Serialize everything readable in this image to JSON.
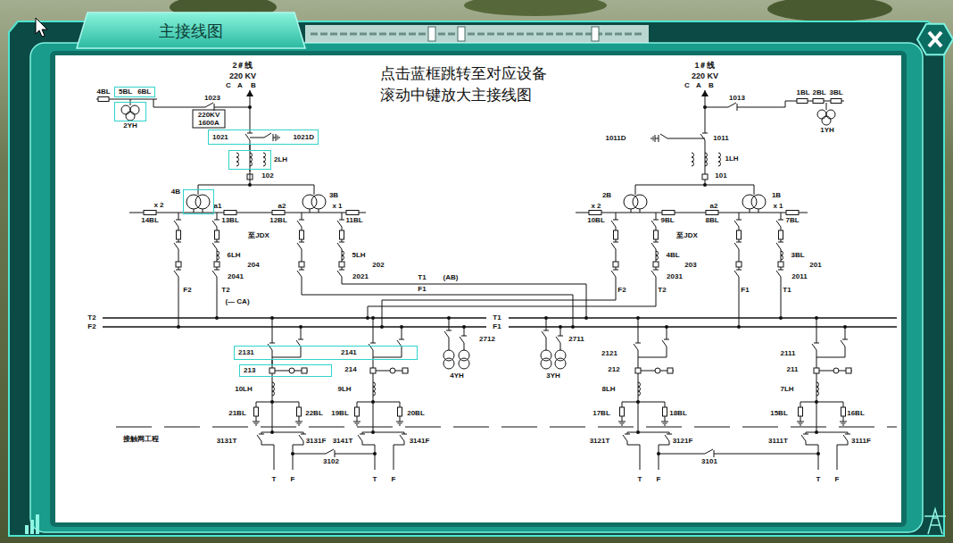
{
  "diagram": {
    "title": "主接线图",
    "nodes": [
      {
        "text": [
          "5BL",
          "6BL"
        ]
      },
      {
        "text": [
          "2YH"
        ]
      },
      {
        "text": [
          "1021",
          "1021D"
        ]
      },
      {
        "text": [
          "2LH"
        ]
      },
      {
        "text": [
          "4B"
        ]
      },
      {
        "text": [
          "2131",
          "2141"
        ]
      },
      {
        "text": [
          "213"
        ]
      }
    ],
    "edges": [
      {
        "from": 2,
        "to": 3,
        "arrow": "none"
      },
      {
        "from": 3,
        "to": 4,
        "arrow": "none"
      },
      {
        "from": 5,
        "to": 6,
        "arrow": "none"
      }
    ],
    "labels": [
      "点击蓝框跳转至对应设备",
      "滚动中键放大主接线图",
      "2＃线",
      "220 KV",
      "C",
      "A",
      "B",
      "4BL",
      "1023",
      "220KV",
      "1600A",
      "102",
      "x 2",
      "a1",
      "a2",
      "3B",
      "x 1",
      "14BL",
      "13BL",
      "12BL",
      "11BL",
      "至JDX",
      "6LH",
      "204",
      "2041",
      "5LH",
      "202",
      "2021",
      "F2",
      "T2",
      "(— CA)",
      "T1",
      "(AB)",
      "F1",
      "T2",
      "F2",
      "1＃线",
      "220 KV",
      "C",
      "A",
      "B",
      "1013",
      "1BL",
      "2BL",
      "3BL",
      "1YH",
      "1011D",
      "1011",
      "1LH",
      "101",
      "2B",
      "x 2",
      "a2",
      "1B",
      "x 1",
      "10BL",
      "9BL",
      "8BL",
      "7BL",
      "至JDX",
      "4BL",
      "203",
      "2031",
      "3BL",
      "201",
      "2011",
      "F2",
      "T2",
      "F1",
      "T1",
      "T1",
      "F1",
      "2712",
      "2711",
      "4YH",
      "3YH",
      "214",
      "10LH",
      "9LH",
      "21BL",
      "22BL",
      "19BL",
      "20BL",
      "接触网工程",
      "3131T",
      "3131F",
      "3141T",
      "3141F",
      "3102",
      "T",
      "F",
      "T",
      "F",
      "2121",
      "212",
      "8LH",
      "17BL",
      "18BL",
      "2111",
      "211",
      "7LH",
      "15BL",
      "16BL",
      "3121T",
      "3121F",
      "3111T",
      "3111F",
      "3101",
      "T",
      "F",
      "T",
      "F"
    ]
  }
}
